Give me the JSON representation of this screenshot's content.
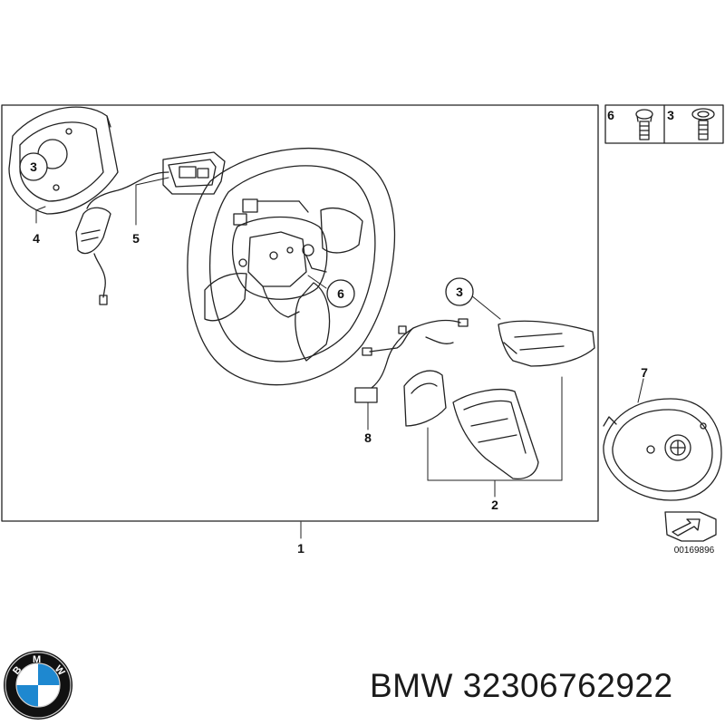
{
  "callouts": {
    "c1": "1",
    "c2": "2",
    "c3_left": "3",
    "c3_right": "3",
    "c3_hardware": "3",
    "c4": "4",
    "c5": "5",
    "c6_wheel": "6",
    "c6_hardware": "6",
    "c7": "7",
    "c8": "8"
  },
  "diagram_number": "00169896",
  "brand": {
    "name": "BMW",
    "part_number": "32306762922",
    "logo_letters": "BMW"
  },
  "colors": {
    "line": "#222222",
    "brand_blue": "#1e88d0",
    "brand_black": "#111111"
  }
}
